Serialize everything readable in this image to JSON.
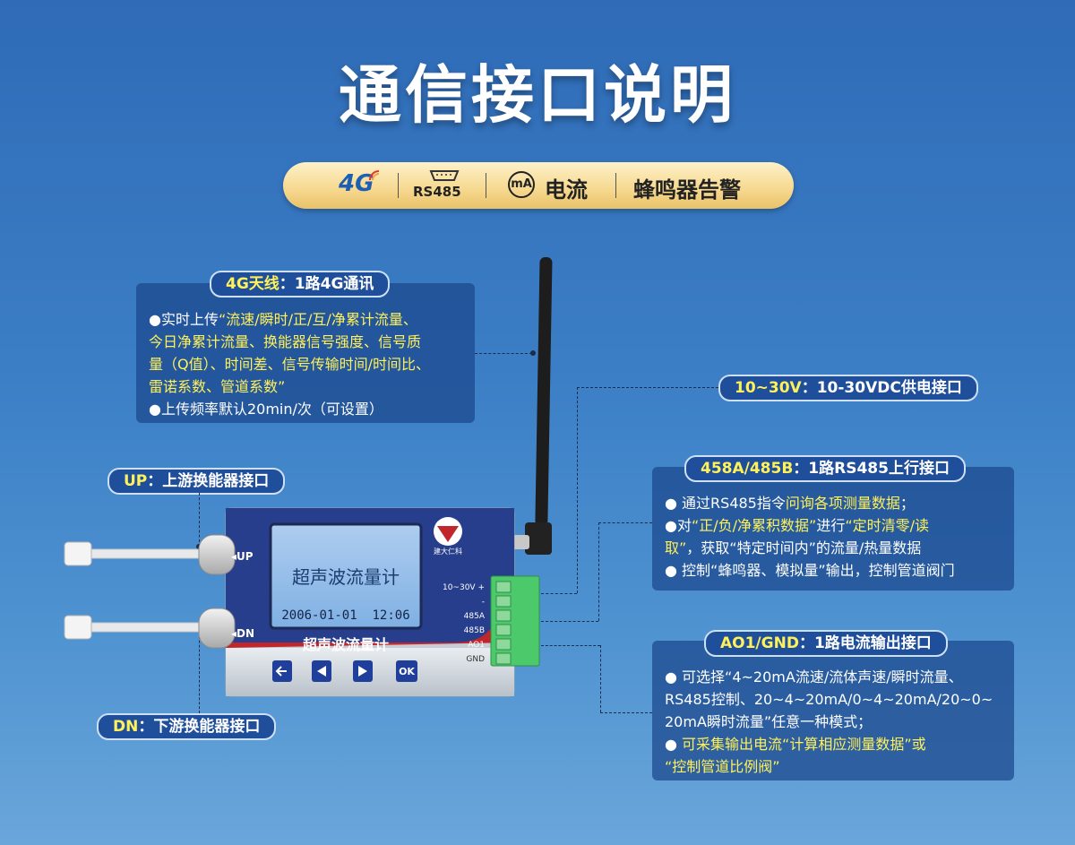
{
  "title": "通信接口说明",
  "features": {
    "g4": "4G",
    "rs485": "RS485",
    "ma": "mA",
    "current": "电流",
    "buzzer": "蜂鸣器告警"
  },
  "antenna": {
    "label_prefix": "4G天线",
    "label_suffix": "：1路4G通讯",
    "line1_a": "●实时上传",
    "line1_b": "“流速/瞬时/正/互/净累计流量、",
    "line2": "今日净累计流量、换能器信号强度、信号质",
    "line3": "量（Q值）、时间差、信号传输时间/时间比、",
    "line4": "雷诺系数、管道系数”",
    "line5": "●上传频率默认20min/次（可设置）"
  },
  "power": {
    "label_prefix": "10~30V",
    "label_suffix": "：10-30VDC供电接口"
  },
  "rs485": {
    "label_prefix": "458A/485B",
    "label_suffix": "：1路RS485上行接口",
    "l1_a": "● 通过RS485指令",
    "l1_b": "问询各项测量数据",
    "l1_c": "；",
    "l2_a": "●对",
    "l2_b": "“正/负/净累积数据”",
    "l2_c": "进行",
    "l2_d": "“定时清零/读",
    "l3_a": "取”",
    "l3_b": "，获取“特定时间内”的流量/热量数据",
    "l4": "● 控制“蜂鸣器、模拟量”输出，控制管道阀门"
  },
  "ao": {
    "label_prefix": "AO1/GND",
    "label_suffix": "：1路电流输出接口",
    "l1": "● 可选择“4~20mA流速/流体声速/瞬时流量、",
    "l2": "RS485控制、20~4~20mA/0~4~20mA/20~0~",
    "l3": "20mA瞬时流量”任意一种模式；",
    "l4_a": "● ",
    "l4_b": "可采集输出电流“计算相应测量数据”或",
    "l5": "“控制管道比例阀”"
  },
  "up": {
    "label_prefix": "UP",
    "label_suffix": "：上游换能器接口"
  },
  "dn": {
    "label_prefix": "DN",
    "label_suffix": "：下游换能器接口"
  },
  "device": {
    "screen_text": "超声波流量计",
    "screen_datetime": "2006-01-01  12:06",
    "name_plate": "超声波流量计",
    "up_port": "◂UP",
    "dn_port": "◂DN",
    "term_power": "10~30V",
    "term_plus": "+",
    "term_minus": "-",
    "term_485a": "485A",
    "term_485b": "485B",
    "term_ao1": "AO1",
    "term_gnd": "GND",
    "btn_ok": "OK",
    "logo_text": "建大仁科"
  },
  "colors": {
    "accent_yellow": "#fff15a",
    "label_bg": "#1f4f9a",
    "pill_gold": "#f6d88e",
    "terminal_green": "#4cc96a"
  }
}
